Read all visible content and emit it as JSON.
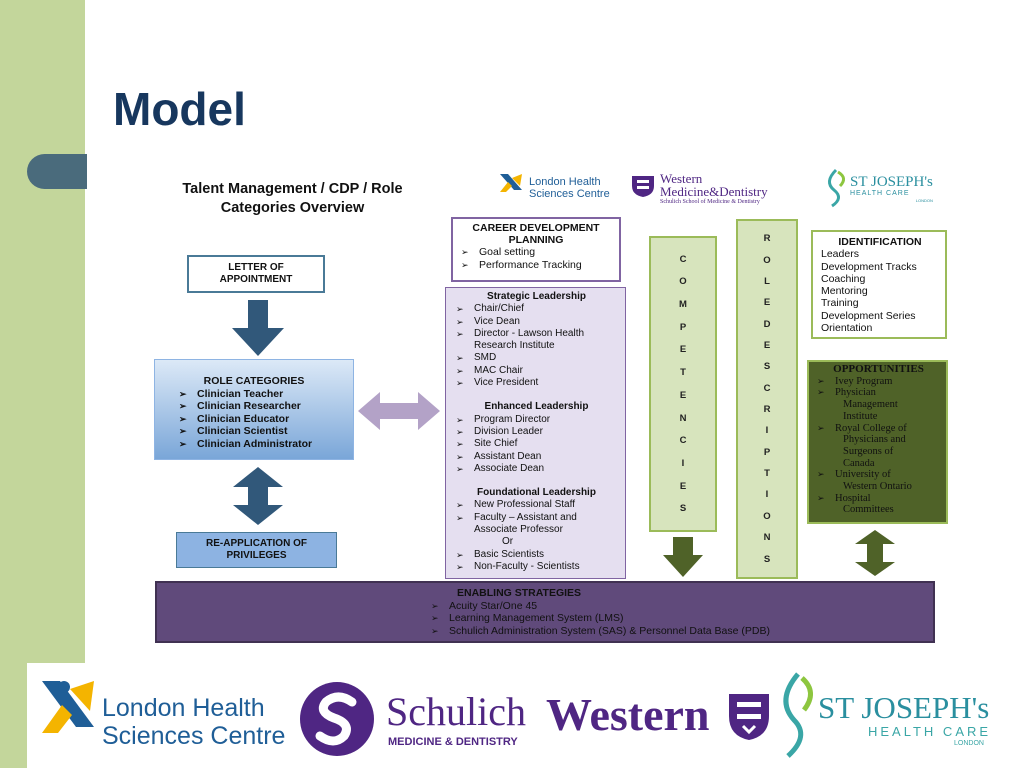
{
  "slide": {
    "title": "Model",
    "diagram_title_line1": "Talent Management / CDP / Role",
    "diagram_title_line2": "Categories Overview"
  },
  "logos_top": {
    "lhsc_line1": "London Health",
    "lhsc_line2": "Sciences Centre",
    "western_line1": "Western",
    "western_line2": "Medicine&Dentistry",
    "western_line3": "Schulich School of Medicine & Dentistry",
    "stjoseph_main": "ST JOSEPH's",
    "stjoseph_sub": "HEALTH CARE",
    "stjoseph_loc": "LONDON"
  },
  "letter_box": {
    "line1": "LETTER OF",
    "line2": "APPOINTMENT"
  },
  "role_categories": {
    "title": "ROLE CATEGORIES",
    "items": [
      "Clinician Teacher",
      "Clinician Researcher",
      "Clinician Educator",
      "Clinician Scientist",
      "Clinician Administrator"
    ]
  },
  "reapp_box": {
    "line1": "RE-APPLICATION OF",
    "line2": "PRIVILEGES"
  },
  "career_dev": {
    "title_line1": "CAREER DEVELOPMENT",
    "title_line2": "PLANNING",
    "items": [
      "Goal setting",
      "Performance Tracking"
    ]
  },
  "leadership": {
    "strategic_title": "Strategic Leadership",
    "strategic_items": [
      "Chair/Chief",
      "Vice Dean",
      "Director - Lawson Health",
      "SMD",
      "MAC Chair",
      "Vice President"
    ],
    "strategic_cont": "Research Institute",
    "enhanced_title": "Enhanced Leadership",
    "enhanced_items": [
      "Program Director",
      "Division Leader",
      "Site Chief",
      "Assistant Dean",
      "Associate Dean"
    ],
    "foundational_title": "Foundational Leadership",
    "foundational_items_a": [
      "New Professional Staff",
      "Faculty – Assistant and"
    ],
    "foundational_cont1": "Associate Professor",
    "foundational_cont2": "Or",
    "foundational_items_b": [
      "Basic Scientists",
      "Non-Faculty - Scientists"
    ]
  },
  "competencies_letters": [
    "C",
    "O",
    "M",
    "P",
    "E",
    "T",
    "E",
    "N",
    "C",
    "I",
    "E",
    "S"
  ],
  "role_descriptions_letters": [
    "R",
    "O",
    "L",
    "E",
    "D",
    "E",
    "S",
    "C",
    "R",
    "I",
    "P",
    "T",
    "I",
    "O",
    "N",
    "S"
  ],
  "identification": {
    "title": "IDENTIFICATION",
    "items": [
      "Leaders",
      "Development Tracks",
      "Coaching",
      "Mentoring",
      "Training",
      "Development Series",
      "Orientation"
    ]
  },
  "opportunities": {
    "title": "OPPORTUNITIES",
    "items": [
      {
        "bullet": true,
        "text": "Ivey Program"
      },
      {
        "bullet": true,
        "text": "Physician"
      },
      {
        "bullet": false,
        "text": "Management"
      },
      {
        "bullet": false,
        "text": "Institute"
      },
      {
        "bullet": true,
        "text": "Royal College of"
      },
      {
        "bullet": false,
        "text": "Physicians and"
      },
      {
        "bullet": false,
        "text": "Surgeons of"
      },
      {
        "bullet": false,
        "text": "Canada"
      },
      {
        "bullet": true,
        "text": "University of"
      },
      {
        "bullet": false,
        "text": "Western Ontario"
      },
      {
        "bullet": true,
        "text": "Hospital"
      },
      {
        "bullet": false,
        "text": "Committees"
      }
    ]
  },
  "enabling": {
    "title": "ENABLING STRATEGIES",
    "items": [
      "Acuity Star/One 45",
      "Learning Management System (LMS)",
      "Schulich Administration System (SAS) & Personnel Data Base (PDB)"
    ]
  },
  "logos_bottom": {
    "lhsc_line1": "London Health",
    "lhsc_line2": "Sciences Centre",
    "schulich": "Schulich",
    "schulich_sub": "MEDICINE & DENTISTRY",
    "western": "Western",
    "stjoseph_main": "ST JOSEPH's",
    "stjoseph_sub": "HEALTH CARE",
    "stjoseph_loc": "LONDON"
  },
  "colors": {
    "sidebar": "#c3d69b",
    "title": "#17375e",
    "purple_bar": "#604a7b",
    "lavender": "#e5dff0",
    "light_green": "#d7e4bd",
    "dark_green": "#4f6228",
    "blue_grad_top": "#dce9f7",
    "blue_grad_bottom": "#7aa6d8",
    "arrow_blue": "#31587a",
    "arrow_lavender": "#b3a2c7"
  }
}
